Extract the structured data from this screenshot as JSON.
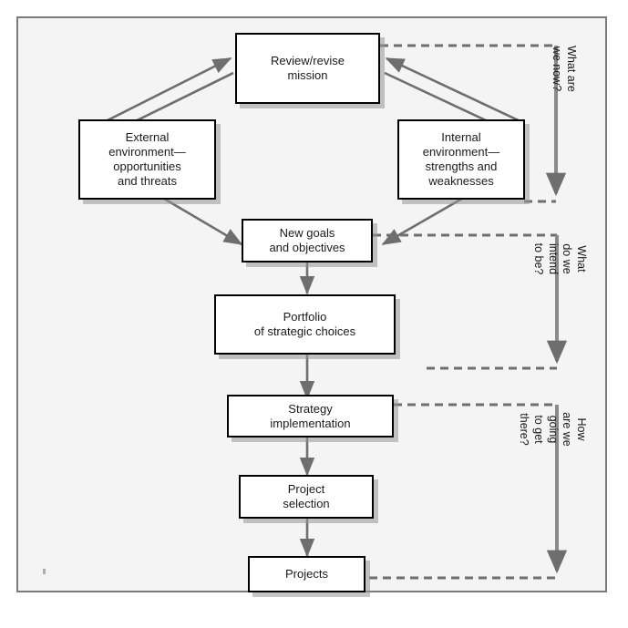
{
  "diagram": {
    "title": "Strategic management process flow",
    "frame_background": "#f4f4f4",
    "frame_border_color": "#7b7b7b",
    "solid_arrow_color": "#6e6e6e",
    "dashed_line_color": "#6e6e6e",
    "node_border_color": "#000000",
    "node_fill": "#ffffff",
    "nodes": [
      {
        "id": "mission",
        "label": "Review/revise\nmission"
      },
      {
        "id": "external",
        "label": "External\nenvironment—\nopportunities\nand threats"
      },
      {
        "id": "internal",
        "label": "Internal\nenvironment—\nstrengths and\nweaknesses"
      },
      {
        "id": "goals",
        "label": "New goals\nand objectives"
      },
      {
        "id": "portfolio",
        "label": "Portfolio\nof strategic choices"
      },
      {
        "id": "strategy",
        "label": "Strategy\nimplementation"
      },
      {
        "id": "selection",
        "label": "Project\nselection"
      },
      {
        "id": "projects",
        "label": "Projects"
      }
    ],
    "side_labels": [
      {
        "id": "phase-1",
        "label": "What are we now?"
      },
      {
        "id": "phase-2",
        "label": "What do we\nintend to be?"
      },
      {
        "id": "phase-3",
        "label": "How are we going\nto get there?"
      }
    ]
  }
}
